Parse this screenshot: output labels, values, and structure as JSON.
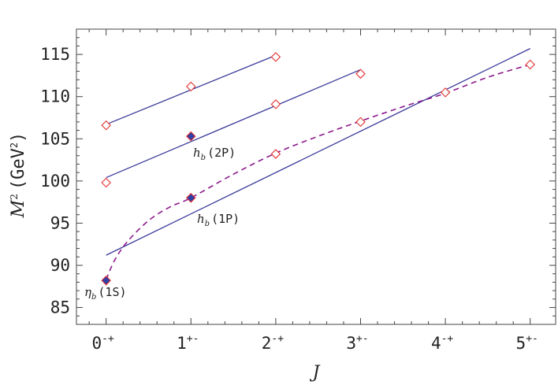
{
  "chart_data": {
    "type": "scatter",
    "xlabel": "J",
    "ylabel_main": "M",
    "ylabel_sup": "2",
    "ylabel_unit": "(GeV",
    "ylabel_unit_sup": "2",
    "ylabel_close": ")",
    "xlim": [
      -0.35,
      5.3
    ],
    "ylim": [
      83,
      118
    ],
    "yticks": [
      85,
      90,
      95,
      100,
      105,
      110,
      115
    ],
    "xticks": [
      {
        "x": 0,
        "base": "0",
        "sup": "-+"
      },
      {
        "x": 1,
        "base": "1",
        "sup": "+-"
      },
      {
        "x": 2,
        "base": "2",
        "sup": "-+"
      },
      {
        "x": 3,
        "base": "3",
        "sup": "+-"
      },
      {
        "x": 4,
        "base": "4",
        "sup": "-+"
      },
      {
        "x": 5,
        "base": "5",
        "sup": "+-"
      }
    ],
    "fit_lines": [
      {
        "x": [
          0,
          2
        ],
        "y": [
          106.7,
          114.9
        ]
      },
      {
        "x": [
          0,
          3
        ],
        "y": [
          100.4,
          113.2
        ]
      },
      {
        "x": [
          0,
          5
        ],
        "y": [
          91.2,
          115.7
        ]
      }
    ],
    "dashed_curve": {
      "x": [
        0,
        0.1,
        0.25,
        0.5,
        0.75,
        1,
        1.5,
        2,
        2.5,
        3,
        3.5,
        4,
        4.5,
        5
      ],
      "y": [
        88.3,
        90.6,
        92.8,
        95.3,
        96.9,
        98.0,
        100.8,
        103.3,
        105.3,
        107.1,
        108.8,
        110.4,
        112.3,
        113.8
      ]
    },
    "points": [
      {
        "x": 0,
        "y": 106.6,
        "filled": false
      },
      {
        "x": 1,
        "y": 111.2,
        "filled": false
      },
      {
        "x": 2,
        "y": 114.7,
        "filled": false
      },
      {
        "x": 0,
        "y": 99.8,
        "filled": false
      },
      {
        "x": 1,
        "y": 105.3,
        "filled": true
      },
      {
        "x": 2,
        "y": 109.1,
        "filled": false
      },
      {
        "x": 3,
        "y": 112.7,
        "filled": false
      },
      {
        "x": 0,
        "y": 88.2,
        "filled": true
      },
      {
        "x": 1,
        "y": 98.0,
        "filled": true
      },
      {
        "x": 2,
        "y": 103.2,
        "filled": false
      },
      {
        "x": 3,
        "y": 107.0,
        "filled": false
      },
      {
        "x": 4,
        "y": 110.5,
        "filled": false
      },
      {
        "x": 5,
        "y": 113.8,
        "filled": false
      }
    ],
    "annotations": [
      {
        "sym": "h",
        "sub": "b",
        "label": "(2P)"
      },
      {
        "sym": "h",
        "sub": "b",
        "label": "(1P)"
      },
      {
        "sym": "η",
        "sub": "b",
        "label": "(1S)"
      }
    ],
    "colors": {
      "line": "#3a3a9a",
      "dashed": "#8b1a8b",
      "marker_edge": "#e03030",
      "marker_fill": "#2f3fa8",
      "axis": "#444444"
    }
  }
}
